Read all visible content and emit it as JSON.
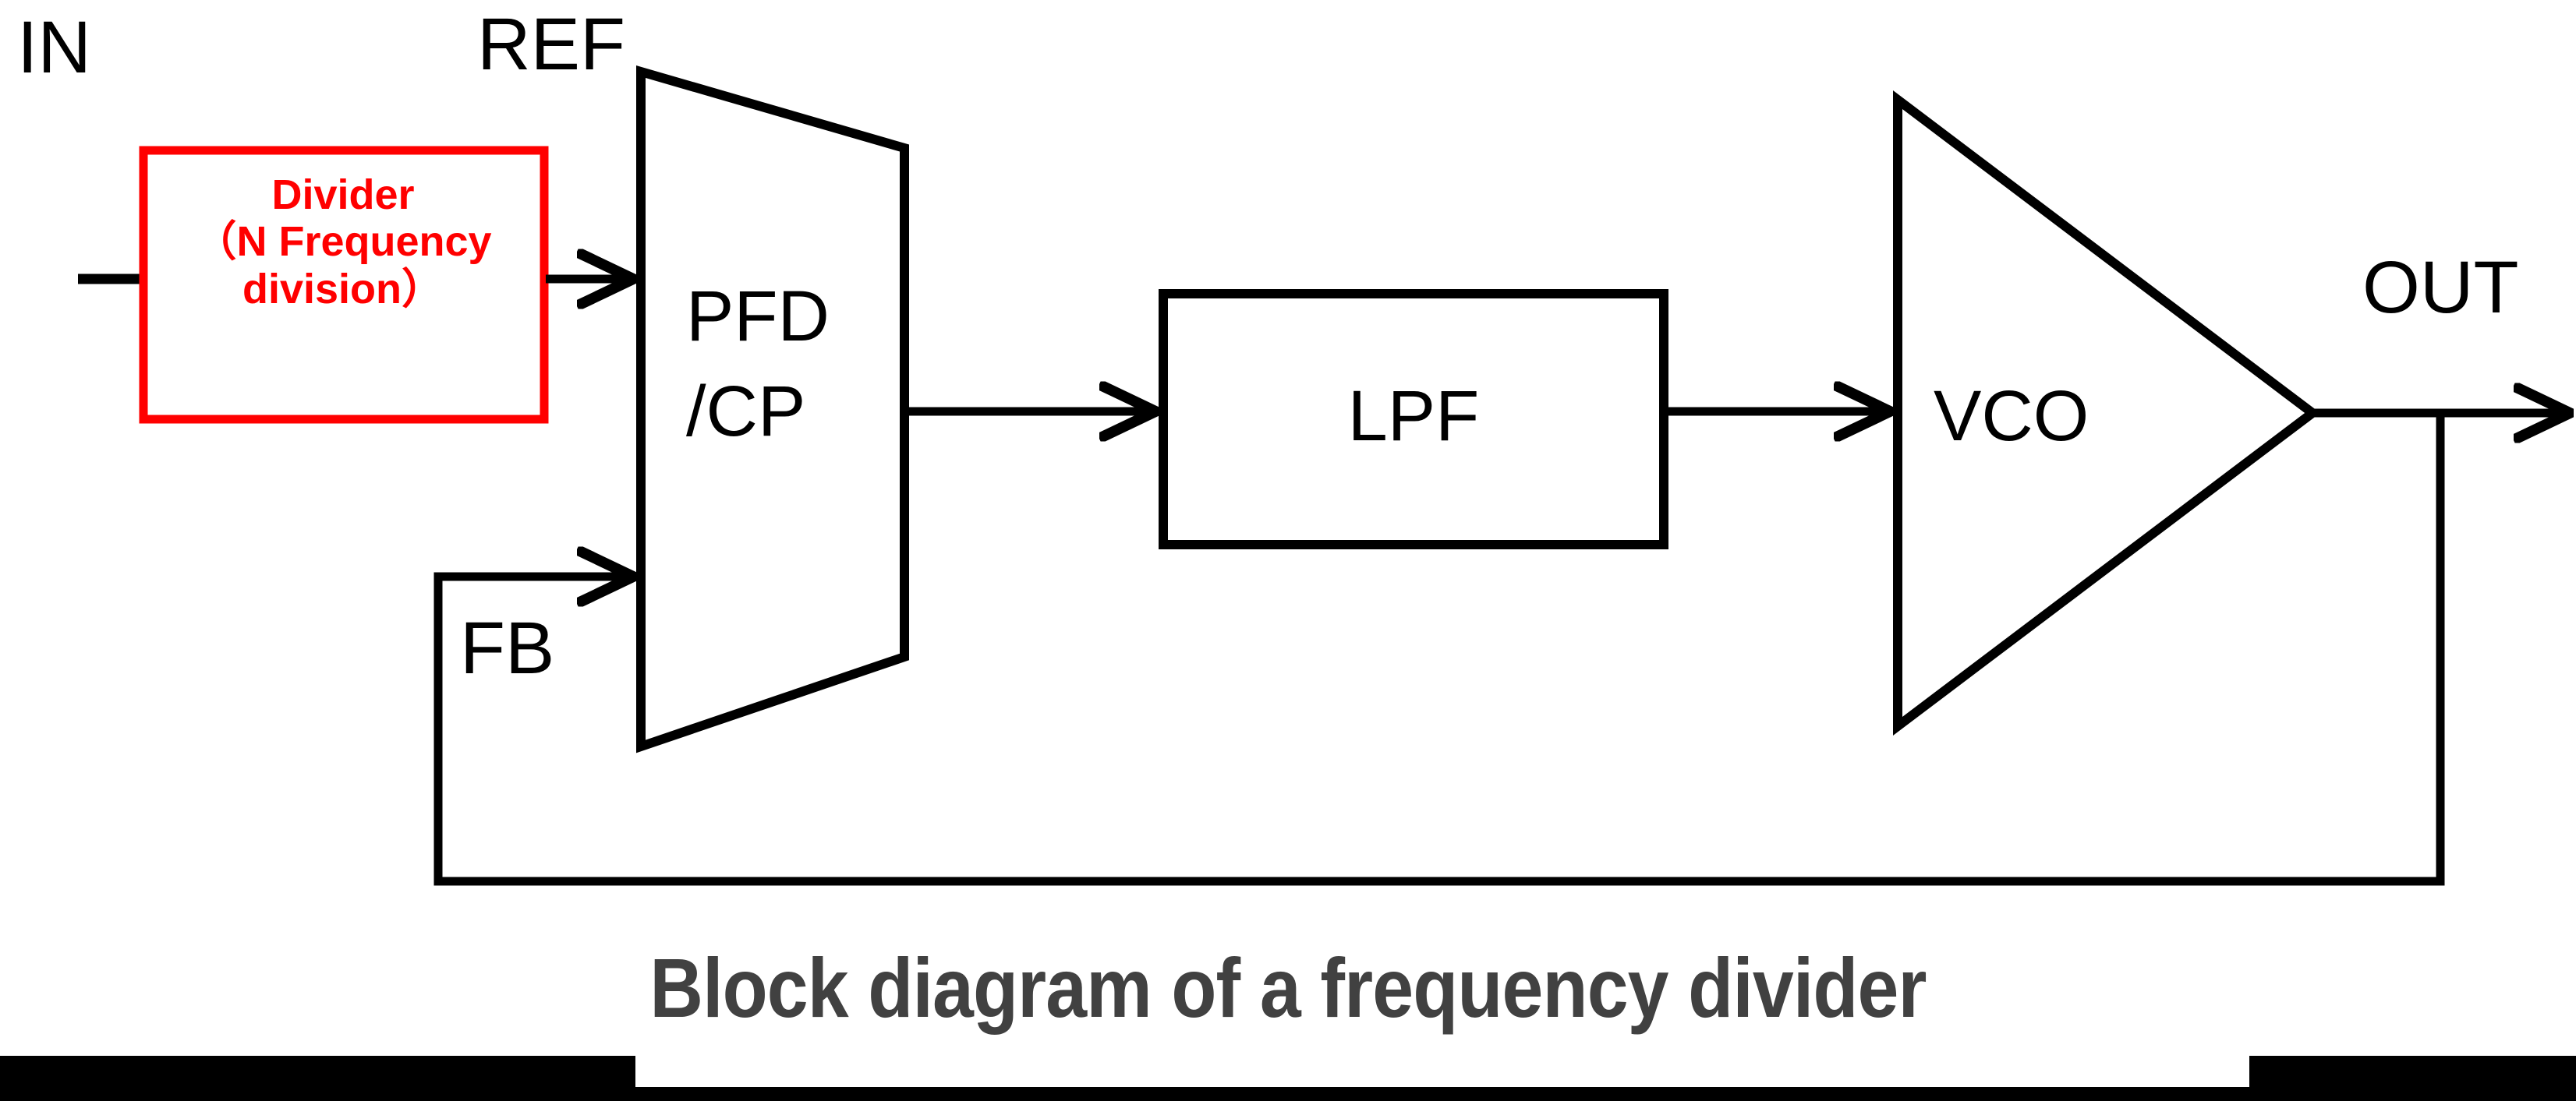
{
  "figure": {
    "caption": "Block diagram of a frequency divider",
    "caption_color": "#414141",
    "background": "#ffffff",
    "line_color": "#000000",
    "highlight_color": "#ff0000"
  },
  "ports": {
    "in_label": "IN",
    "ref_label": "REF",
    "out_label": "OUT",
    "fb_label": "FB"
  },
  "blocks": {
    "divider": {
      "line1": "Divider",
      "line2": "（N Frequency",
      "line3": "division）",
      "border_color": "#ff0000",
      "text_color": "#ff0000",
      "shape": "rectangle"
    },
    "pfd": {
      "line1": "PFD",
      "line2": "/CP",
      "shape": "trapezoid"
    },
    "lpf": {
      "label": "LPF",
      "shape": "rectangle"
    },
    "vco": {
      "label": "VCO",
      "shape": "triangle"
    }
  },
  "connections": [
    {
      "name": "in-to-divider",
      "from": "IN",
      "to": "Divider",
      "arrow": false
    },
    {
      "name": "divider-to-pfd",
      "from": "Divider",
      "to": "PFD/CP",
      "arrow": true
    },
    {
      "name": "pfd-to-lpf",
      "from": "PFD/CP",
      "to": "LPF",
      "arrow": true
    },
    {
      "name": "lpf-to-vco",
      "from": "LPF",
      "to": "VCO",
      "arrow": true
    },
    {
      "name": "vco-to-out",
      "from": "VCO",
      "to": "OUT",
      "arrow": true
    },
    {
      "name": "feedback-loop",
      "from": "OUT",
      "to": "PFD/CP",
      "arrow": true
    }
  ]
}
